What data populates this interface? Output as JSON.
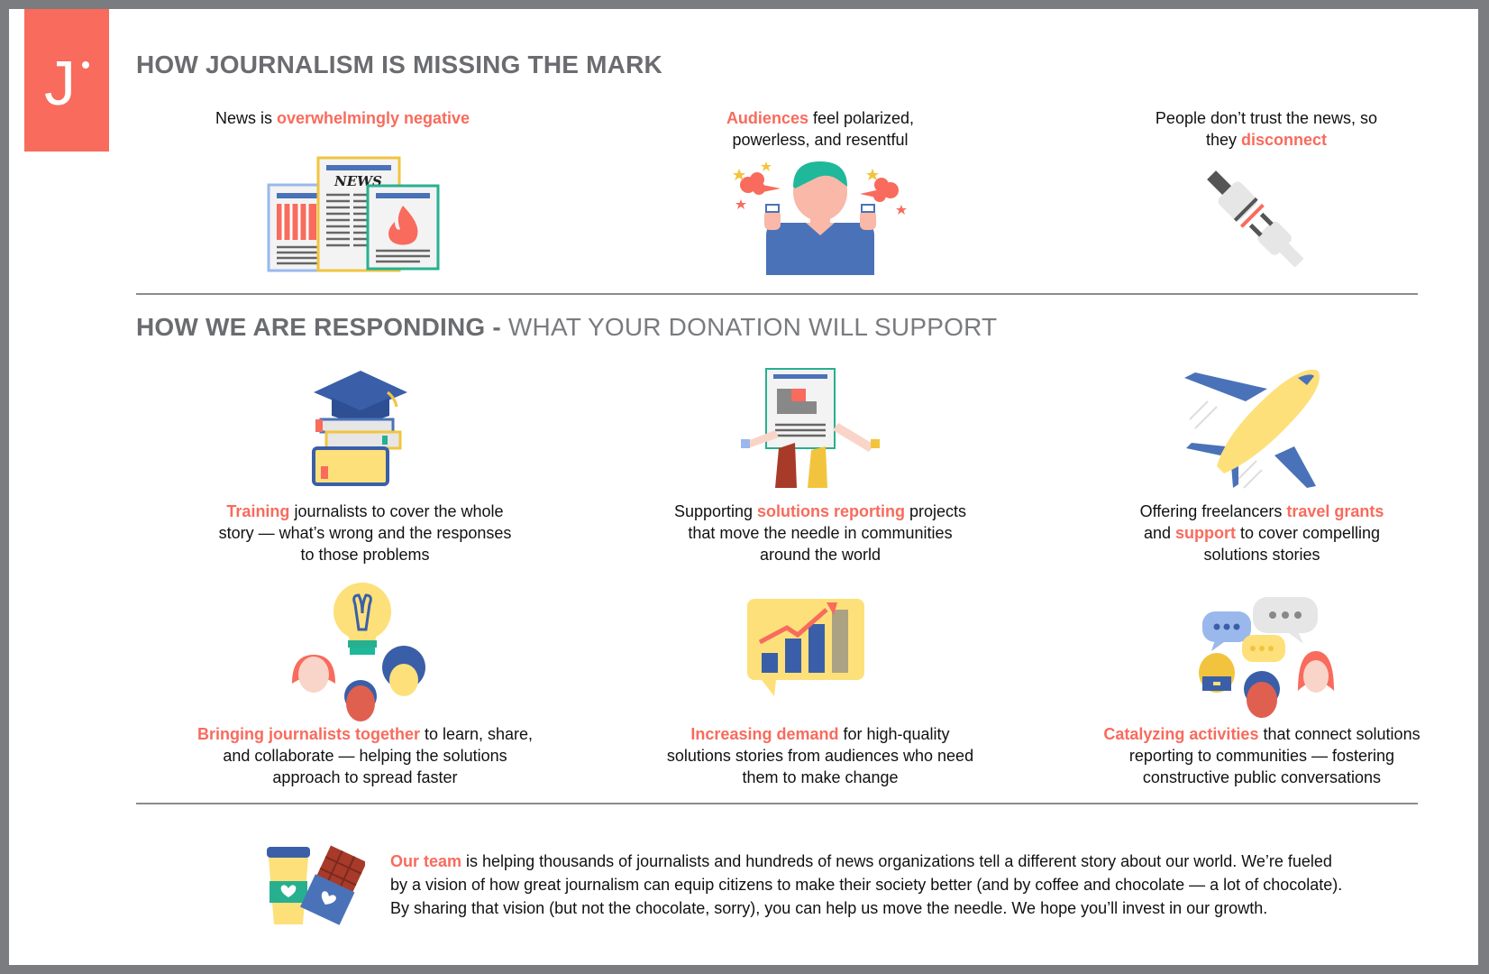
{
  "brand": {
    "logo_letter": "J",
    "accent_color": "#f86b5d",
    "text_gray": "#6b6c70"
  },
  "section_missing": {
    "title": "HOW JOURNALISM IS MISSING THE MARK",
    "items": [
      {
        "icon": "newspapers-icon",
        "lines": [
          {
            "parts": [
              {
                "text": "News is "
              },
              {
                "text": "overwhelmingly negative",
                "hl": true
              }
            ]
          }
        ]
      },
      {
        "icon": "angry-person-icon",
        "lines": [
          {
            "parts": [
              {
                "text": "Audiences",
                "hl": true
              },
              {
                "text": " feel polarized,"
              }
            ]
          },
          {
            "parts": [
              {
                "text": "powerless, and resentful"
              }
            ]
          }
        ]
      },
      {
        "icon": "unplugged-icon",
        "lines": [
          {
            "parts": [
              {
                "text": "People don’t trust the news, so"
              }
            ]
          },
          {
            "parts": [
              {
                "text": "they "
              },
              {
                "text": "disconnect",
                "hl": true
              }
            ]
          }
        ]
      }
    ],
    "newspaper_label": "NEWS"
  },
  "section_responding": {
    "title_bold": "HOW WE ARE RESPONDING - ",
    "title_light": "WHAT YOUR DONATION WILL SUPPORT",
    "items": [
      {
        "icon": "graduation-books-icon",
        "lines": [
          {
            "parts": [
              {
                "text": "Training",
                "hl": true
              },
              {
                "text": " journalists to cover the whole"
              }
            ]
          },
          {
            "parts": [
              {
                "text": "story — what’s wrong and the responses"
              }
            ]
          },
          {
            "parts": [
              {
                "text": "to those problems"
              }
            ]
          }
        ]
      },
      {
        "icon": "puzzle-hands-icon",
        "lines": [
          {
            "parts": [
              {
                "text": "Supporting "
              },
              {
                "text": "solutions reporting",
                "hl": true
              },
              {
                "text": " projects"
              }
            ]
          },
          {
            "parts": [
              {
                "text": "that move the needle in communities"
              }
            ]
          },
          {
            "parts": [
              {
                "text": "around the world"
              }
            ]
          }
        ]
      },
      {
        "icon": "airplane-icon",
        "lines": [
          {
            "parts": [
              {
                "text": "Offering freelancers "
              },
              {
                "text": "travel grants",
                "hl": true
              }
            ]
          },
          {
            "parts": [
              {
                "text": "and "
              },
              {
                "text": "support",
                "hl": true
              },
              {
                "text": " to cover compelling"
              }
            ]
          },
          {
            "parts": [
              {
                "text": "solutions stories"
              }
            ]
          }
        ]
      },
      {
        "icon": "lightbulb-people-icon",
        "lines": [
          {
            "parts": [
              {
                "text": "Bringing journalists together",
                "hl": true
              },
              {
                "text": " to learn, share,"
              }
            ]
          },
          {
            "parts": [
              {
                "text": "and collaborate — helping the solutions"
              }
            ]
          },
          {
            "parts": [
              {
                "text": "approach to spread faster"
              }
            ]
          }
        ]
      },
      {
        "icon": "growth-chart-icon",
        "lines": [
          {
            "parts": [
              {
                "text": "Increasing demand",
                "hl": true
              },
              {
                "text": " for high-quality"
              }
            ]
          },
          {
            "parts": [
              {
                "text": "solutions stories from audiences who need"
              }
            ]
          },
          {
            "parts": [
              {
                "text": "them to make change"
              }
            ]
          }
        ]
      },
      {
        "icon": "conversation-people-icon",
        "lines": [
          {
            "parts": [
              {
                "text": "Catalyzing activities",
                "hl": true
              },
              {
                "text": " that connect solutions"
              }
            ]
          },
          {
            "parts": [
              {
                "text": "reporting to communities — fostering"
              }
            ]
          },
          {
            "parts": [
              {
                "text": "constructive public conversations"
              }
            ]
          }
        ]
      }
    ]
  },
  "team": {
    "icon": "coffee-chocolate-icon",
    "lines": [
      {
        "parts": [
          {
            "text": "Our team",
            "hl": true
          },
          {
            "text": " is helping thousands of journalists and hundreds of news organizations tell a different story about our world. We’re fueled"
          }
        ]
      },
      {
        "parts": [
          {
            "text": "by a vision of how great journalism can equip citizens to make their society better (and by coffee and chocolate — a lot of chocolate)."
          }
        ]
      },
      {
        "parts": [
          {
            "text": "By sharing that vision (but not the chocolate, sorry), you can help us move the needle. We hope you’ll invest in our growth."
          }
        ]
      }
    ]
  }
}
